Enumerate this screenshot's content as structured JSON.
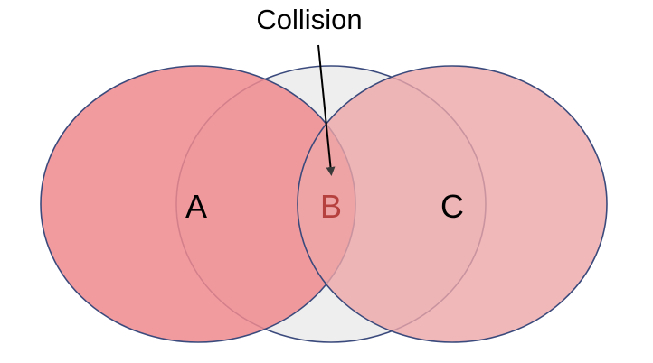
{
  "annotation": {
    "text": "Collision"
  },
  "circles": [
    {
      "label": "A",
      "fill": "#f08a8e",
      "stroke": "#3b4a7c",
      "opacity": 0.85,
      "label_color": "#000000"
    },
    {
      "label": "B",
      "fill": "#ebebeb",
      "stroke": "#3b4a7c",
      "opacity": 0.85,
      "label_color": "#b5403e"
    },
    {
      "label": "C",
      "fill": "#eda6a8",
      "stroke": "#3b4a7c",
      "opacity": 0.8,
      "label_color": "#000000"
    }
  ],
  "colors": {
    "arrow": "#000000",
    "background": "#ffffff"
  }
}
